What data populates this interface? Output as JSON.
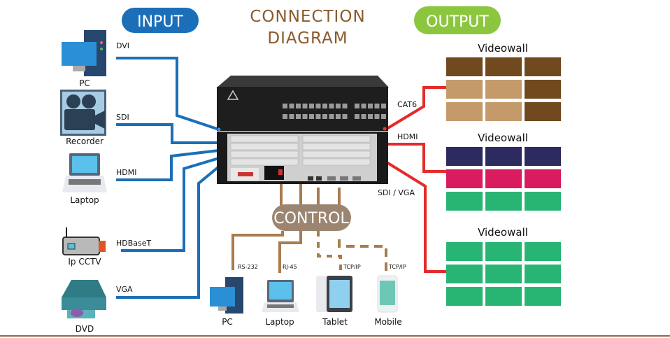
{
  "title": {
    "line1": "CONNECTION",
    "line2": "DIAGRAM"
  },
  "input": {
    "label": "INPUT",
    "color": "#1b6fb8",
    "sources": [
      {
        "device": "PC",
        "signal": "DVI",
        "icon": "desktop-pc-icon"
      },
      {
        "device": "Recorder",
        "signal": "SDI",
        "icon": "video-camera-icon"
      },
      {
        "device": "Laptop",
        "signal": "HDMI",
        "icon": "laptop-icon"
      },
      {
        "device": "Ip CCTV",
        "signal": "HDBaseT",
        "icon": "ip-camera-icon"
      },
      {
        "device": "DVD",
        "signal": "VGA",
        "icon": "dvd-player-icon"
      }
    ]
  },
  "output": {
    "label": "OUTPUT",
    "color": "#8cc63f",
    "line_color": "#e32b2b",
    "links": [
      {
        "signal": "CAT6"
      },
      {
        "signal": "HDMI"
      },
      {
        "signal": "SDI / VGA"
      }
    ],
    "videowalls": [
      {
        "label": "Videowall",
        "rows": [
          [
            "#70491f",
            "#70491f",
            "#70491f"
          ],
          [
            "#c59a6b",
            "#c59a6b",
            "#70491f"
          ],
          [
            "#c59a6b",
            "#c59a6b",
            "#70491f"
          ]
        ]
      },
      {
        "label": "Videowall",
        "rows": [
          [
            "#2d2a5f",
            "#2d2a5f",
            "#2d2a5f"
          ],
          [
            "#d91c5f",
            "#d91c5f",
            "#d91c5f"
          ],
          [
            "#28b574",
            "#28b574",
            "#28b574"
          ]
        ]
      },
      {
        "label": "Videowall",
        "rows": [
          [
            "#28b574",
            "#28b574",
            "#28b574"
          ],
          [
            "#28b574",
            "#28b574",
            "#28b574"
          ],
          [
            "#28b574",
            "#28b574",
            "#28b574"
          ]
        ]
      }
    ]
  },
  "control": {
    "label": "CONTROL",
    "color": "#9c8570",
    "line_color": "#a87c4f",
    "devices": [
      {
        "device": "PC",
        "link": "RS-232",
        "icon": "desktop-pc-icon"
      },
      {
        "device": "Laptop",
        "link": "RJ-45",
        "icon": "laptop-icon"
      },
      {
        "device": "Tablet",
        "link": "TCP/IP",
        "icon": "tablet-icon"
      },
      {
        "device": "Mobile",
        "link": "TCP/IP",
        "icon": "mobile-phone-icon"
      }
    ]
  }
}
